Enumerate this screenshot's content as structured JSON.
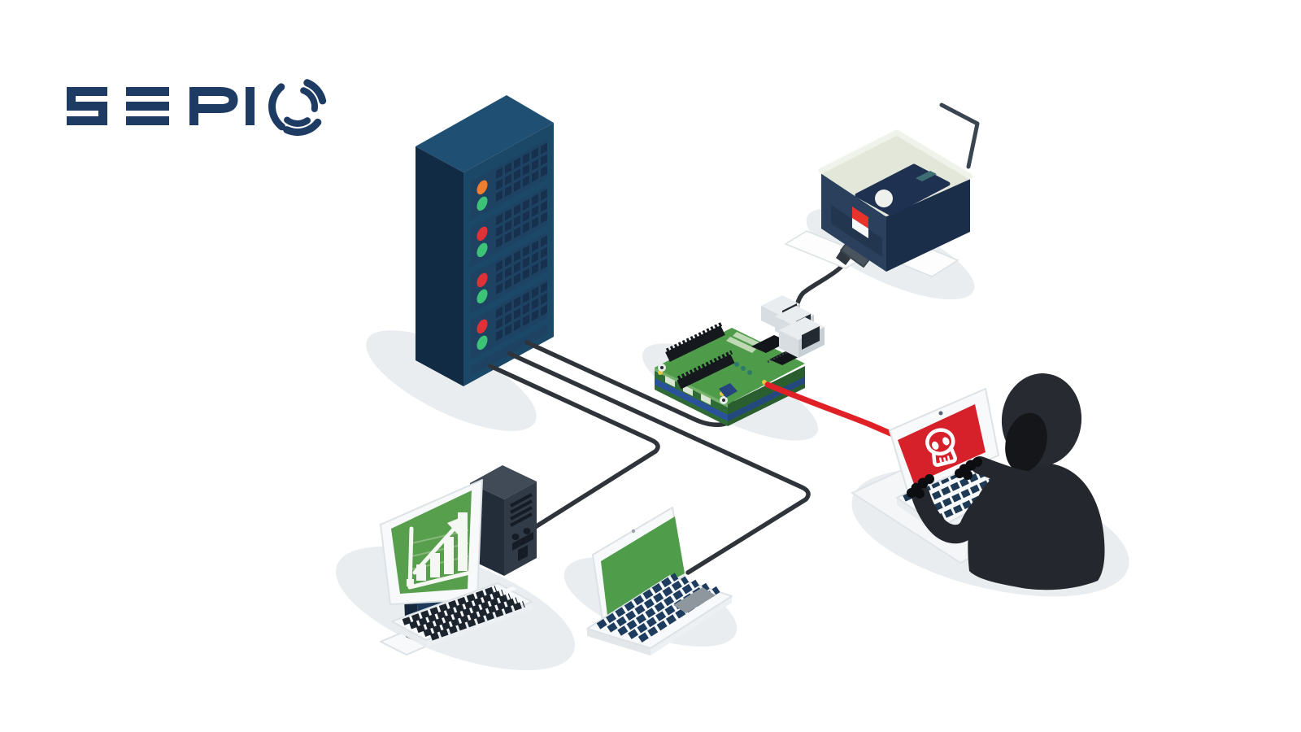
{
  "meta": {
    "description": "Isometric cybersecurity illustration: a rogue Raspberry Pi implant spliced between a network printer and the corporate server rack gives a hooded hacker a red attack link into the network of servers, workstations and laptops",
    "background": "#ffffff"
  },
  "logo": {
    "brand": "SEPIO",
    "color": "#1E3C63"
  },
  "scene": {
    "nodes": [
      {
        "id": "server-rack",
        "label": "Network server rack",
        "body_color": "#1C4868",
        "led_colors": {
          "unit1": [
            "orange",
            "green"
          ],
          "unit2": [
            "red",
            "green"
          ],
          "unit3": [
            "red",
            "green"
          ],
          "unit4": [
            "red",
            "green"
          ]
        }
      },
      {
        "id": "printer",
        "label": "Wireless printer with antenna",
        "body_color": "#2A405C",
        "top_color": "#E2E7DA",
        "tag_color": "#E8332D"
      },
      {
        "id": "raspberry-pi",
        "label": "Rogue Raspberry Pi implant board",
        "board_color": "#4E9B49",
        "edge_color": "#2A529B"
      },
      {
        "id": "attacker",
        "label": "Hooded hacker typing on laptop",
        "hoodie_color": "#24272D",
        "screen_color": "#D6212A",
        "screen_icon": "skull-icon"
      },
      {
        "id": "workstation",
        "label": "Desktop workstation showing growth chart",
        "screen_color": "#579F4C",
        "screen_icon": "bar-chart-icon"
      },
      {
        "id": "office-laptop",
        "label": "Office laptop",
        "screen_color": "#4F9C4A"
      }
    ],
    "connections": [
      {
        "from": "server-rack",
        "to": "raspberry-pi",
        "type": "network-cable",
        "color": "#2F343B"
      },
      {
        "from": "server-rack",
        "to": "office-laptop",
        "type": "network-cable",
        "color": "#2F343B"
      },
      {
        "from": "server-rack",
        "to": "workstation",
        "type": "network-cable",
        "color": "#2F343B"
      },
      {
        "from": "printer",
        "to": "raspberry-pi",
        "type": "usb-cable",
        "color": "#2F343B"
      },
      {
        "from": "raspberry-pi",
        "to": "attacker",
        "type": "attack-link",
        "color": "#DF2127"
      }
    ]
  }
}
